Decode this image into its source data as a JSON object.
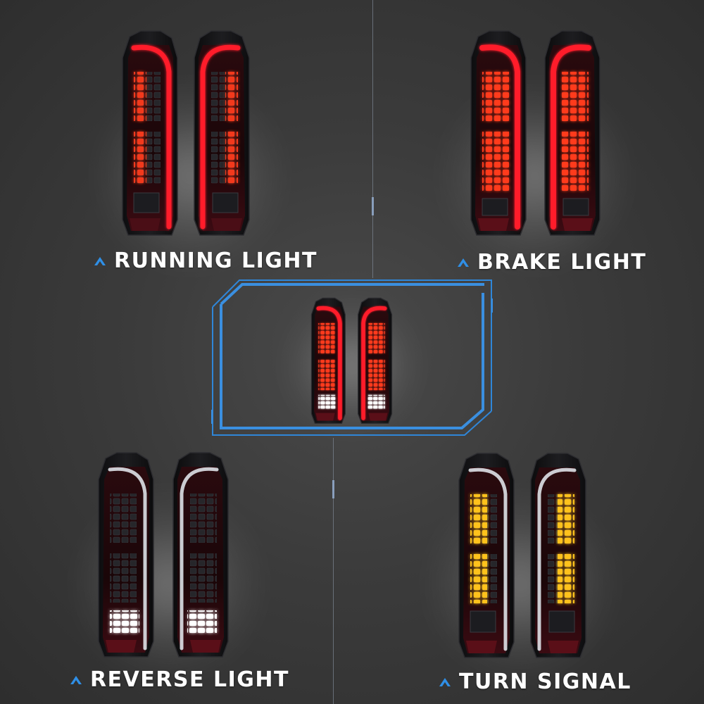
{
  "captions": {
    "running": "RUNNING LIGHT",
    "brake": "BRAKE LIGHT",
    "reverse": "REVERSE LIGHT",
    "turn": "TURN SIGNAL"
  },
  "colors": {
    "frame_blue": "#3a8fe0",
    "caption_arrow": "#2f8fe6",
    "lamp_body": "#151517",
    "lens_red": "#3a0a10",
    "led_red": "#ff3b1f",
    "led_amber": "#ffc21a",
    "led_white": "#ffffff",
    "light_bar_red": "#ff1e2a",
    "light_bar_white": "#e9eef5"
  },
  "icons": {
    "caption_marker": "chevron-up-icon"
  },
  "panels": [
    {
      "id": "running",
      "caption": "RUNNING LIGHT"
    },
    {
      "id": "brake",
      "caption": "BRAKE LIGHT"
    },
    {
      "id": "combined",
      "caption": ""
    },
    {
      "id": "reverse",
      "caption": "REVERSE LIGHT"
    },
    {
      "id": "turn",
      "caption": "TURN SIGNAL"
    }
  ]
}
